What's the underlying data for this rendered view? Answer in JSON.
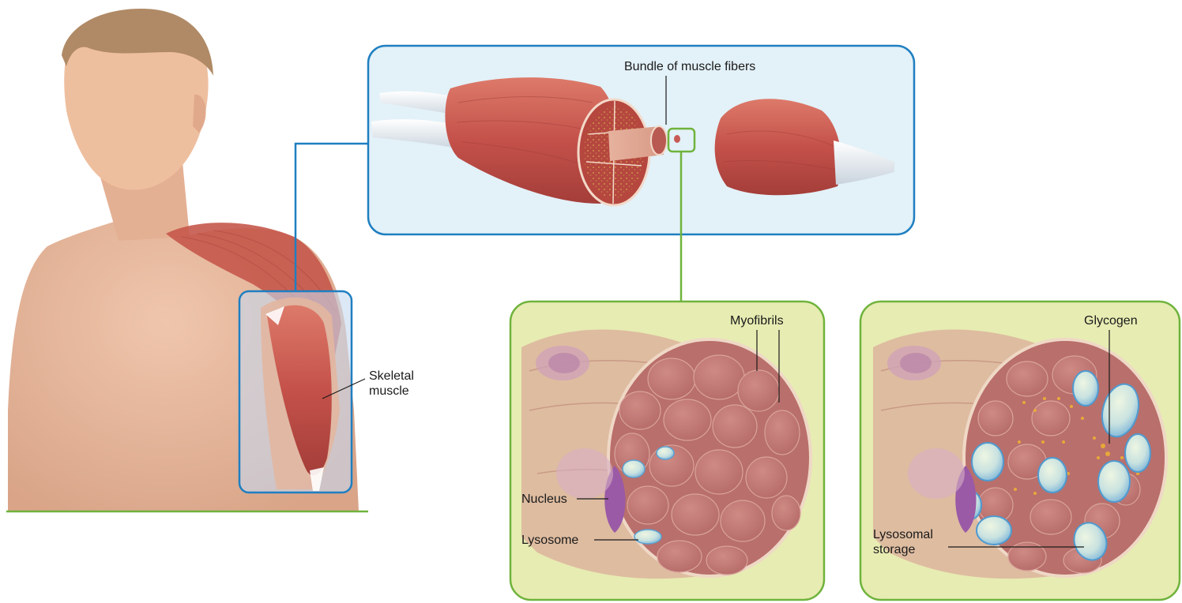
{
  "labels": {
    "bundle": "Bundle of muscle fibers",
    "skeletal": "Skeletal\nmuscle",
    "myofibrils": "Myofibrils",
    "nucleus": "Nucleus",
    "lysosome": "Lysosome",
    "glycogen": "Glycogen",
    "lysosomal_storage": "Lysosomal\nstorage"
  },
  "colors": {
    "blue_frame": "#1f7fc1",
    "blue_fill": "#e3f1f8",
    "green_frame": "#6fb33c",
    "green_fill": "#e7ecb2",
    "muscle": "#c8594c",
    "skin": "#e6b79c",
    "myofibril": "#c27c78",
    "lysosome": "#8fc3e0",
    "nucleus": "#9a5aa6",
    "glycogen": "#e8a83a"
  }
}
